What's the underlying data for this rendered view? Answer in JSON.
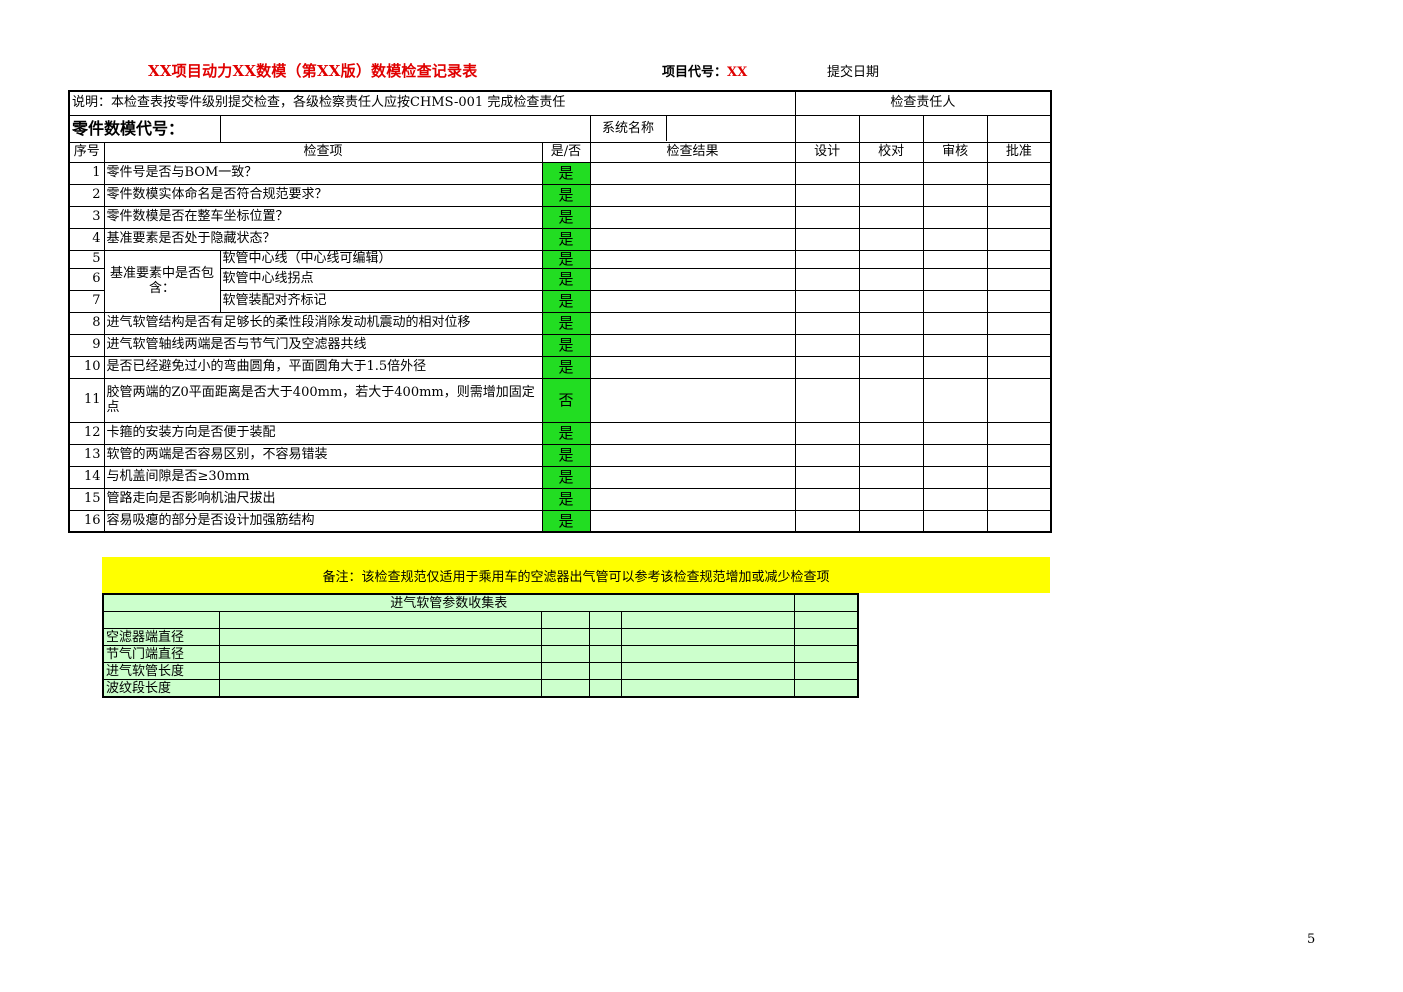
{
  "header": {
    "title": "XX项目动力XX数模（第XX版）数模检查记录表",
    "project_code_label": "项目代号：",
    "project_code_value": "XX",
    "submit_date_label": "提交日期"
  },
  "table": {
    "note": "说明：本检查表按零件级别提交检查，各级检察责任人应按CHMS-001 完成检查责任",
    "responsible_header": "检查责任人",
    "part_code_label": "零件数模代号：",
    "system_name_label": "系统名称",
    "columns": {
      "seq": "序号",
      "item": "检查项",
      "yes_no": "是/否",
      "result": "检查结果",
      "design": "设计",
      "proof": "校对",
      "review": "审核",
      "approve": "批准"
    },
    "group_label": "基准要素中是否包含：",
    "rows": [
      {
        "seq": "1",
        "item": "零件号是否与BOM一致？",
        "answer": "是"
      },
      {
        "seq": "2",
        "item": "零件数模实体命名是否符合规范要求？",
        "answer": "是"
      },
      {
        "seq": "3",
        "item": "零件数模是否在整车坐标位置？",
        "answer": "是"
      },
      {
        "seq": "4",
        "item": "基准要素是否处于隐藏状态？",
        "answer": "是"
      },
      {
        "seq": "5",
        "item": "软管中心线（中心线可编辑）",
        "answer": "是"
      },
      {
        "seq": "6",
        "item": "软管中心线拐点",
        "answer": "是"
      },
      {
        "seq": "7",
        "item": "软管装配对齐标记",
        "answer": "是"
      },
      {
        "seq": "8",
        "item": "进气软管结构是否有足够长的柔性段消除发动机震动的相对位移",
        "answer": "是"
      },
      {
        "seq": "9",
        "item": "进气软管轴线两端是否与节气门及空滤器共线",
        "answer": "是"
      },
      {
        "seq": "10",
        "item": "是否已经避免过小的弯曲圆角，平面圆角大于1.5倍外径",
        "answer": "是"
      },
      {
        "seq": "11",
        "item": "胶管两端的Z0平面距离是否大于400mm，若大于400mm，则需增加固定点",
        "answer": "否"
      },
      {
        "seq": "12",
        "item": "卡箍的安装方向是否便于装配",
        "answer": "是"
      },
      {
        "seq": "13",
        "item": "软管的两端是否容易区别，不容易错装",
        "answer": "是"
      },
      {
        "seq": "14",
        "item": "与机盖间隙是否≥30mm",
        "answer": "是"
      },
      {
        "seq": "15",
        "item": "管路走向是否影响机油尺拔出",
        "answer": "是"
      },
      {
        "seq": "16",
        "item": "容易吸瘪的部分是否设计加强筋结构",
        "answer": "是"
      }
    ]
  },
  "remark": "备注：该检查规范仅适用于乘用车的空滤器出气管可以参考该检查规范增加或减少检查项",
  "params": {
    "title": "进气软管参数收集表",
    "rows": [
      "空滤器端直径",
      "节气门端直径",
      "进气软管长度",
      "波纹段长度"
    ]
  },
  "page_number": "5"
}
